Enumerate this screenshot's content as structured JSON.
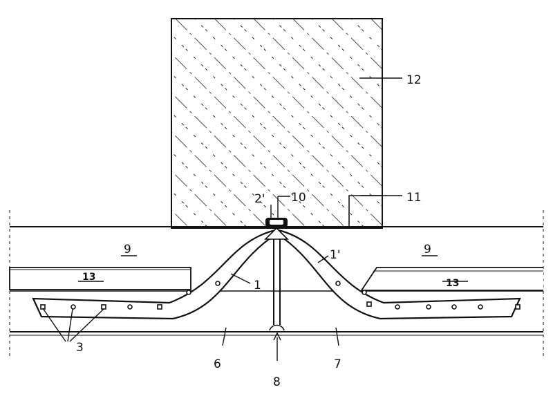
{
  "labels": {
    "l12": "12",
    "l11": "11",
    "l10": "10",
    "l2": "2'",
    "l1": "1",
    "l1p": "1'",
    "l9a": "9",
    "l9b": "9",
    "l13a": "13",
    "l13b": "13",
    "l3": "3",
    "l6": "6",
    "l7": "7",
    "l8": "8"
  }
}
